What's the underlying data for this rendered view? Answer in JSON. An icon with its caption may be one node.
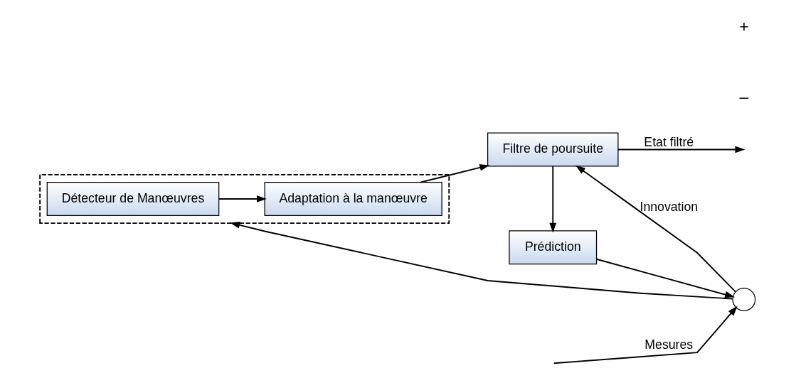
{
  "diagram": {
    "nodes": [
      {
        "text": [],
        "shape": "box"
      },
      {
        "text": [
          "Détecteur de Manœuvres"
        ],
        "in": 0
      },
      {
        "text": [
          "Adaptation à la manœuvre"
        ],
        "in": 0
      },
      {
        "text": [],
        "shape": "circle"
      },
      {
        "text": [
          "Filtre de poursuite"
        ]
      },
      {
        "text": [
          "Prédiction"
        ]
      }
    ],
    "edges": [
      {
        "from": null,
        "to": 3,
        "arrow": "to",
        "label": "Mesures"
      },
      {
        "from": 3,
        "to": 0,
        "arrow": "to"
      },
      {
        "from": 1,
        "to": 2,
        "arrow": "to"
      },
      {
        "from": 2,
        "to": 4,
        "arrow": "to"
      },
      {
        "from": 3,
        "to": 4,
        "arrow": "to",
        "label": "Innovation"
      },
      {
        "from": 4,
        "to": null,
        "arrow": "to",
        "label": "Etat filtré"
      },
      {
        "from": 4,
        "to": 5,
        "arrow": "to"
      },
      {
        "from": 5,
        "to": 3,
        "arrow": "to"
      }
    ],
    "labels": [
      "–",
      "+"
    ]
  }
}
